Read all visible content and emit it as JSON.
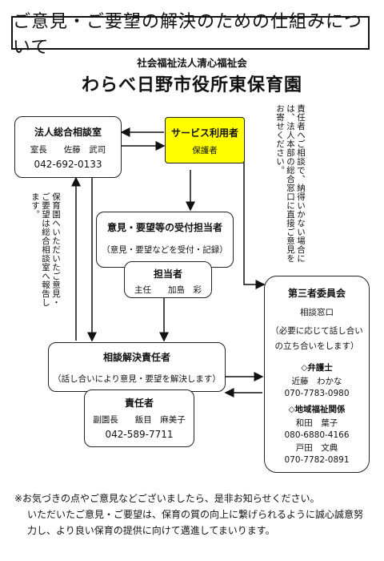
{
  "title": "ご意見・ご要望の解決のための仕組みについて",
  "organization": {
    "corporation": "社会福祉法人清心福祉会",
    "facility": "わらべ日野市役所東保育園"
  },
  "legal_consultation": {
    "heading": "法人総合相談室",
    "person": "室長　　佐藤　武司",
    "phone": "042-692-0133"
  },
  "service_user": {
    "heading": "サービス利用者",
    "sub": "保護者",
    "color": "#ffff00"
  },
  "top_right_note": "責任者へご相談で、納得いかない場合には、法人本部の総合窓口に直接ご意見をお寄せください。",
  "left_note": "保育園へいただいたご意見・ご要望は総合相談室へ報告します。",
  "reception": {
    "heading": "意見・要望等の受付担当者",
    "description": "（意見・要望などを受付・記録）"
  },
  "staff": {
    "heading": "担当者",
    "person": "主任　　加島　彩"
  },
  "resolution": {
    "heading": "相談解決責任者",
    "description": "（話し合いにより意見・要望を解決します）"
  },
  "responsible": {
    "heading": "責任者",
    "person": "副園長　　飯目　麻美子",
    "phone": "042-589-7711"
  },
  "third_party": {
    "heading": "第三者委員会",
    "window": "相談窓口",
    "note_line1": "（必要に応じて話し合い",
    "note_line2": "の立ち合いをします）",
    "lawyer_label": "◇弁護士",
    "lawyer_name": "近藤　わかな",
    "lawyer_phone": "070-7783-0980",
    "welfare_label": "◇地域福祉関係",
    "welfare_name1": "和田　葉子",
    "welfare_phone1": "080-6880-4166",
    "welfare_name2": "戸田　文典",
    "welfare_phone2": "070-7782-0891"
  },
  "footer": {
    "line1": "※お気づきの点やご意見などございましたら、是非お知らせください。",
    "line2": "いただいたご意見・ご要望は、保育の質の向上に繋げられるように誠心誠意努",
    "line3": "力し、より良い保育の提供に向けて邁進してまいります。"
  }
}
